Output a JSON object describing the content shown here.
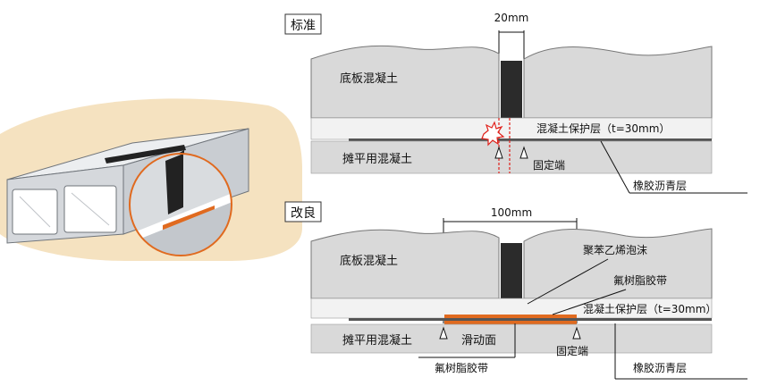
{
  "sections": {
    "standard": {
      "tag": "标准",
      "dimension": "20mm",
      "base_slab": "底板混凝土",
      "protect_layer": "混凝土保护层（t=30mm）",
      "leveling": "摊平用混凝土",
      "fixed_end": "固定端",
      "asphalt": "橡胶沥青层"
    },
    "improved": {
      "tag": "改良",
      "dimension": "100mm",
      "base_slab": "底板混凝土",
      "foam": "聚苯乙烯泡沫",
      "fluoro_tape_top": "氟树脂胶带",
      "protect_layer": "混凝土保护层（t=30mm）",
      "leveling": "摊平用混凝土",
      "sliding": "滑动面",
      "fixed_end": "固定端",
      "fluoro_tape_bottom": "氟树脂胶带",
      "asphalt": "橡胶沥青层"
    }
  },
  "colors": {
    "concrete": "#d9d9d9",
    "protect": "#f2f2f2",
    "joint": "#2b2b2b",
    "tape": "#e06a1f",
    "crack": "#e0201a",
    "beige": "#f5e2c0",
    "culvert": "#e2e4e6"
  }
}
